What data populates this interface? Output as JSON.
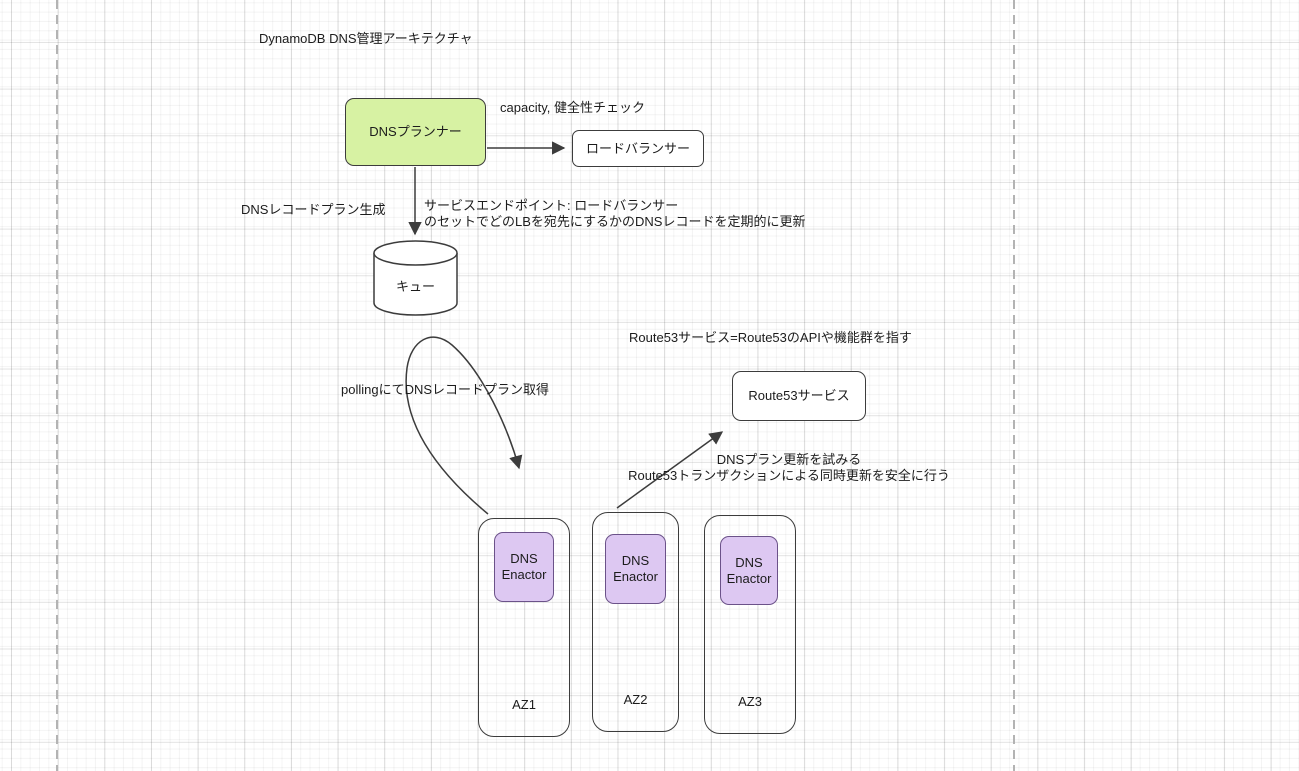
{
  "colors": {
    "planner_fill": "#d7f2a3",
    "enactor_fill": "#ddc8f2",
    "stroke": "#3c3c3c"
  },
  "diagram": {
    "title": "DynamoDB DNS管理アーキテクチャ",
    "nodes": {
      "planner": {
        "label": "DNSプランナー"
      },
      "load_balancer": {
        "label": "ロードバランサー"
      },
      "queue": {
        "label": "キュー"
      },
      "route53_service": {
        "label": "Route53サービス"
      },
      "enactor": {
        "label": "DNS Enactor"
      },
      "azs": [
        {
          "label": "AZ1"
        },
        {
          "label": "AZ2"
        },
        {
          "label": "AZ3"
        }
      ]
    },
    "annotations": {
      "capacity_check": "capacity, 健全性チェック",
      "plan_generate": "DNSレコードプラン生成",
      "endpoint_note_line1": "サービスエンドポイント: ロードバランサー",
      "endpoint_note_line2": "のセットでどのLBを宛先にするかのDNSレコードを定期的に更新",
      "polling": "pollingにてDNSレコードプラン取得",
      "route53_note": "Route53サービス=Route53のAPIや機能群を指す",
      "update_attempt_line1": "DNSプラン更新を試みる",
      "update_attempt_line2": "Route53トランザクションによる同時更新を安全に行う"
    }
  }
}
